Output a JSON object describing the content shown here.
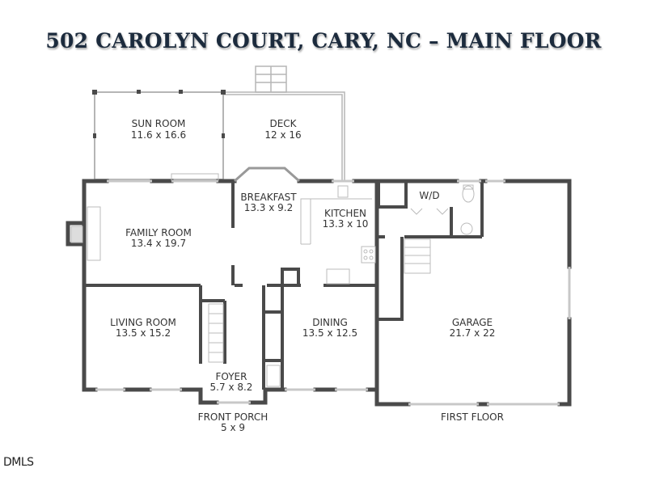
{
  "title": "502 CAROLYN COURT, CARY, NC – MAIN FLOOR",
  "rooms": [
    {
      "name": "SUN ROOM",
      "size": "11.6 x 16.6"
    },
    {
      "name": "DECK",
      "size": "12 x 16"
    },
    {
      "name": "BREAKFAST",
      "size": "13.3 x 9.2"
    },
    {
      "name": "KITCHEN",
      "size": "13.3 x 10"
    },
    {
      "name": "W/D",
      "size": ""
    },
    {
      "name": "FAMILY ROOM",
      "size": "13.4 x 19.7"
    },
    {
      "name": "LIVING ROOM",
      "size": "13.5 x 15.2"
    },
    {
      "name": "DINING",
      "size": "13.5 x 12.5"
    },
    {
      "name": "FOYER",
      "size": "5.7 x 8.2"
    },
    {
      "name": "GARAGE",
      "size": "21.7 x 22"
    },
    {
      "name": "FRONT PORCH",
      "size": "5 x 9"
    }
  ],
  "floor_label": "FIRST FLOOR",
  "watermark": "DMLS",
  "colors": {
    "wall": "#4a4a4a",
    "thin": "#b5b5b5",
    "title": "#1c2b3d"
  }
}
